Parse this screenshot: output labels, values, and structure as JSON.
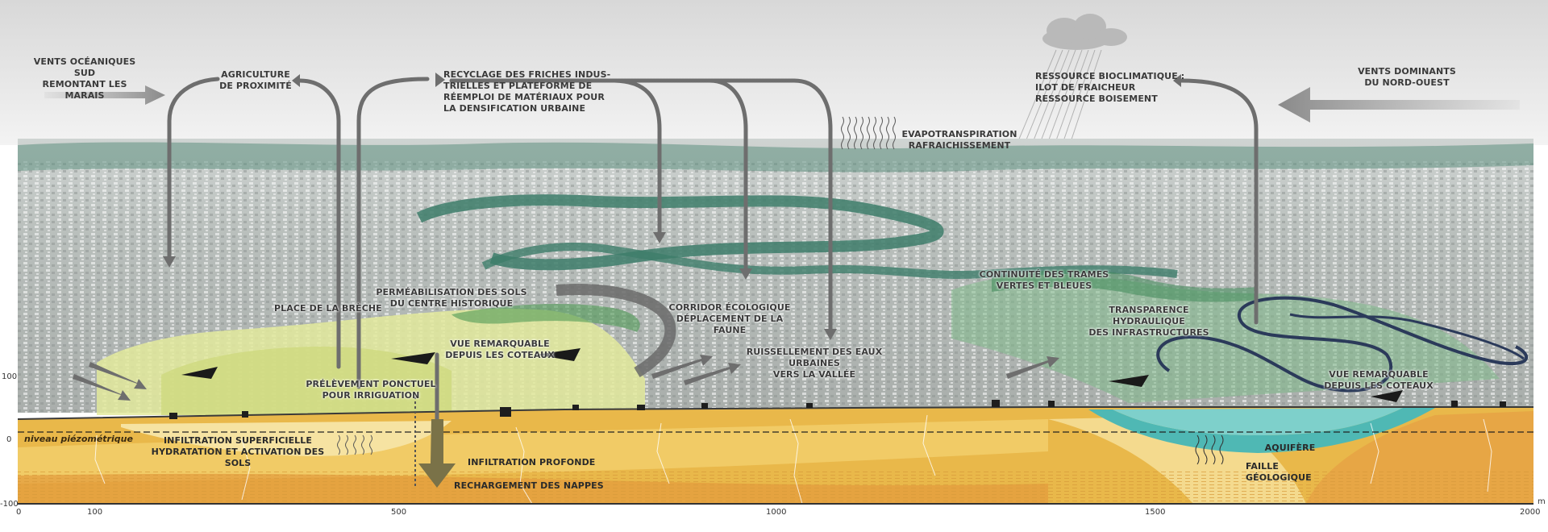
{
  "labels": {
    "winds_ocean": "VENTS OCÉANIQUES SUD\nREMONTANT LES MARAIS",
    "agriculture": "AGRICULTURE\nDE PROXIMITÉ",
    "recycling": "RECYCLAGE DES FRICHES INDUS-\nTRIELLES ET PLATEFORME DE\nRÉEMPLOI DE MATÉRIAUX POUR\nLA DENSIFICATION URBAINE",
    "evapo": "EVAPOTRANSPIRATION\nRAFRAICHISSEMENT",
    "bioclimatic": "RESSOURCE BIOCLIMATIQUE :\nILOT DE FRAICHEUR\nRESSOURCE BOISEMENT",
    "winds_nw": "VENTS DOMINANTS\nDU NORD-OUEST",
    "place_breche": "PLACE DE LA BRÈCHE",
    "permeabilisation": "PERMÉABILISATION DES SOLS\nDU CENTRE HISTORIQUE",
    "corridor": "CORRIDOR ÉCOLOGIQUE\nDÉPLACEMENT DE LA FAUNE",
    "continuite": "CONTINUITÉ DES TRAMES\nVERTES ET BLEUES",
    "transparence": "TRANSPARENCE HYDRAULIQUE\nDES INFRASTRUCTURES",
    "vue_left": "VUE REMARQUABLE\nDEPUIS LES COTEAUX",
    "ruissellement": "RUISSELLEMENT DES EAUX URBAINES\nVERS LA VALLÉE",
    "prelevement": "PRÉLÈVEMENT PONCTUEL\nPOUR IRRIGUATION",
    "vue_right": "VUE REMARQUABLE\nDEPUIS LES COTEAUX",
    "infiltration_sup": "INFILTRATION SUPERFICIELLE\nHYDRATATION ET ACTIVATION DES SOLS",
    "infiltration_prof": "INFILTRATION PROFONDE",
    "rechargement": "RECHARGEMENT DES NAPPES",
    "aquifere": "AQUIFÈRE",
    "faille": "FAILLE\nGÉOLOGIQUE",
    "piezo": "niveau piézométrique"
  },
  "y_axis": [
    "100",
    "0",
    "-100"
  ],
  "x_axis": {
    "ticks": [
      "0",
      "100",
      "500",
      "1000",
      "1500",
      "2000"
    ],
    "unit": "m"
  },
  "colors": {
    "sky_top": "#d9d9d9",
    "sky_bottom": "#f4f4f4",
    "forest": "#3d7d6a",
    "green_zone": "#dfe89a",
    "ground_1": "#e9b84a",
    "ground_2": "#f2cd69",
    "ground_3": "#e6a244",
    "aquifer": "#4fb8b4",
    "arrow": "#6e6e6e",
    "river": "#2b3a5a"
  }
}
